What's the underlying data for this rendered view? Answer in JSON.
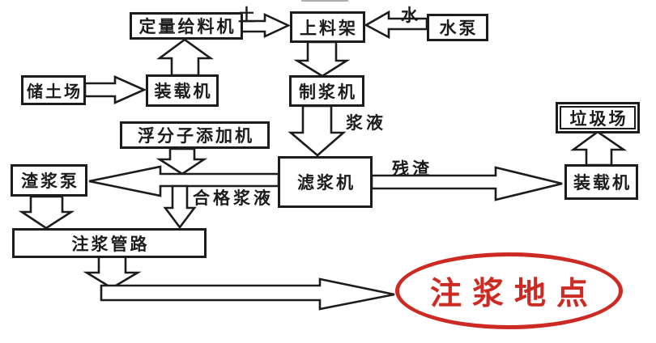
{
  "nodes": {
    "feeder": {
      "label": "定量给料机"
    },
    "loading_rack": {
      "label": "上料架"
    },
    "water_pump": {
      "label": "水泵"
    },
    "soil_storage": {
      "label": "储土场"
    },
    "loader_left": {
      "label": "装载机"
    },
    "slurry_maker": {
      "label": "制浆机"
    },
    "additive_machine": {
      "label": "浮分子添加机"
    },
    "slag_pump": {
      "label": "渣浆泵"
    },
    "slurry_filter": {
      "label": "滤浆机"
    },
    "garbage_dump": {
      "label": "垃圾场"
    },
    "loader_right": {
      "label": "装载机"
    },
    "grouting_pipeline": {
      "label": "注浆管路"
    },
    "grouting_site": {
      "label": "注浆地点"
    }
  },
  "edge_labels": {
    "soil": "土",
    "water": "水",
    "slurry": "浆液",
    "qualified_slurry": "合格浆液",
    "residue": "残渣"
  },
  "colors": {
    "line": "#1c1c1c",
    "highlight_red": "#cc2a23",
    "background": "#ffffff"
  }
}
